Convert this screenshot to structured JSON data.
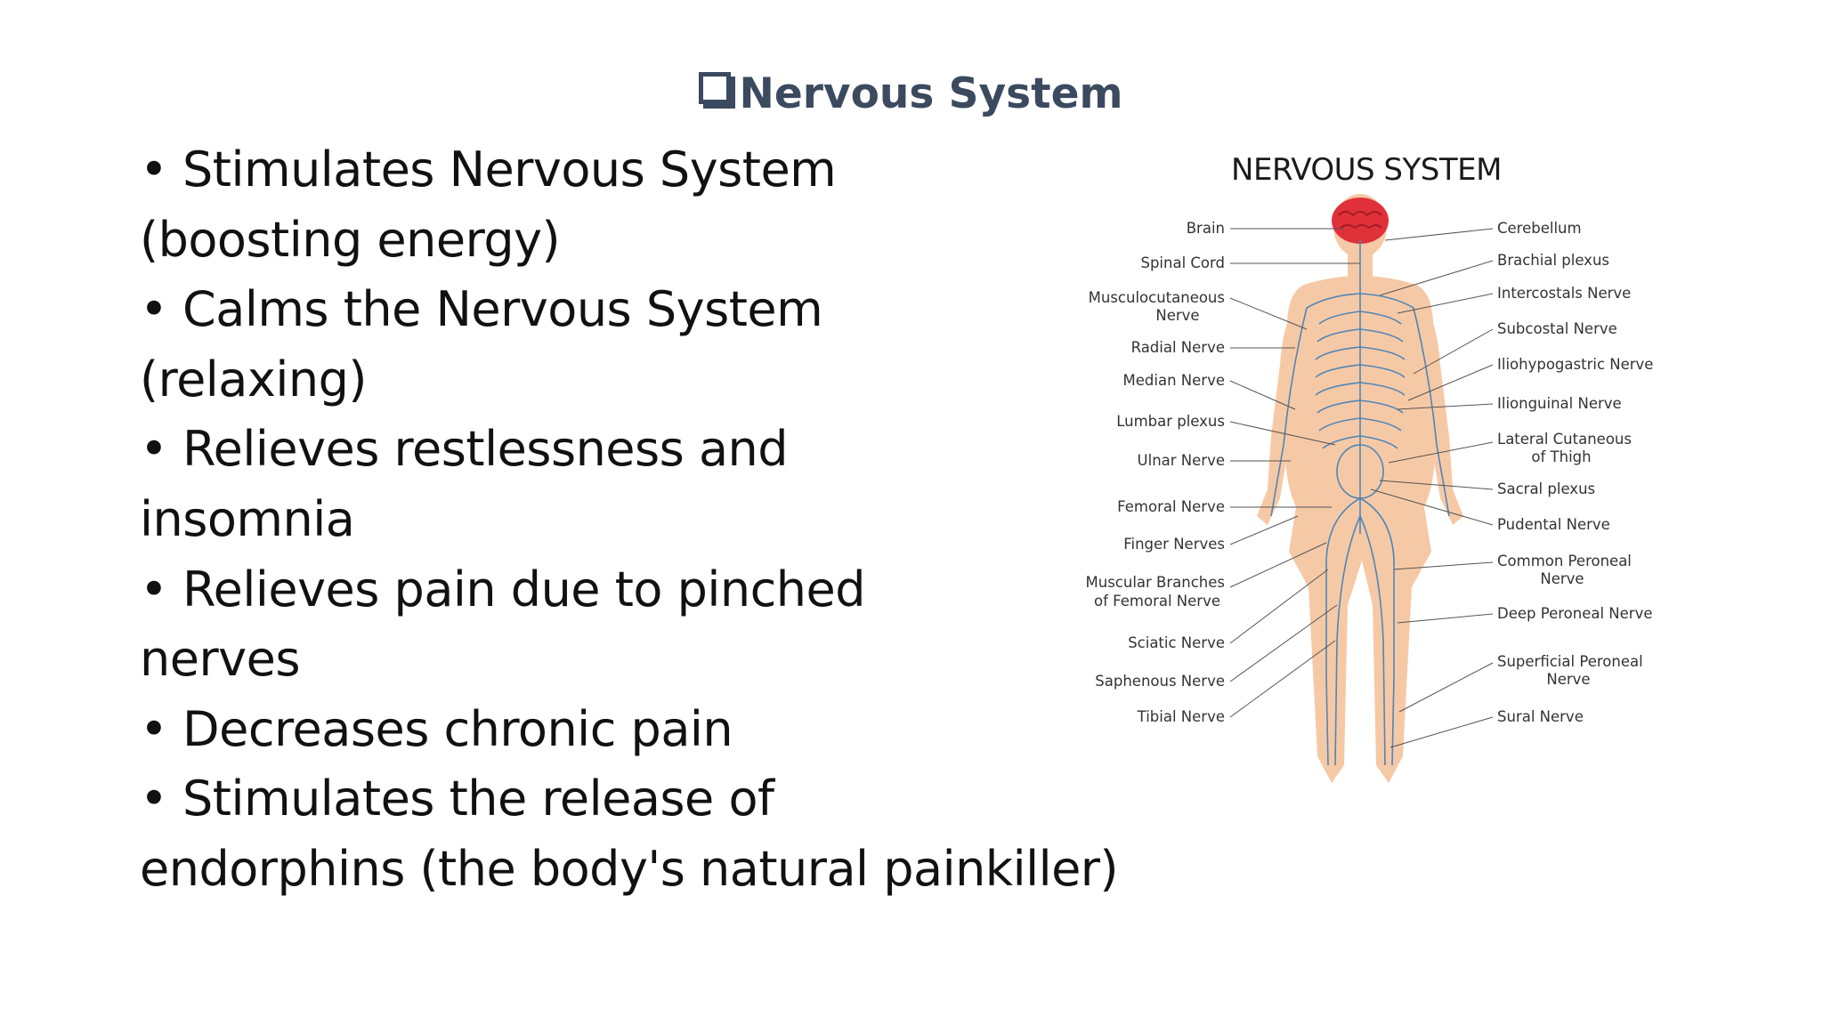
{
  "slide": {
    "title": "Nervous System",
    "title_icon": "checkbox-icon",
    "bullets": [
      "• Stimulates Nervous System",
      "(boosting energy)",
      "• Calms the Nervous System",
      "(relaxing)",
      "• Relieves restlessness and",
      "insomnia",
      "• Relieves pain due to pinched",
      "nerves",
      "• Decreases chronic pain",
      "• Stimulates the release of",
      "endorphins (the body's natural painkiller)"
    ]
  },
  "diagram": {
    "title": "NERVOUS SYSTEM",
    "left_labels": [
      "Brain",
      "Spinal Cord",
      "Musculocutaneous",
      "Nerve",
      "Radial Nerve",
      "Median Nerve",
      "Lumbar plexus",
      "Ulnar Nerve",
      "Femoral Nerve",
      "Finger Nerves",
      "Muscular Branches",
      "of Femoral Nerve",
      "Sciatic Nerve",
      "Saphenous Nerve",
      "Tibial Nerve"
    ],
    "right_labels": [
      "Cerebellum",
      "Brachial plexus",
      "Intercostals Nerve",
      "Subcostal Nerve",
      "Iliohypogastric Nerve",
      "Ilionguinal Nerve",
      "Lateral Cutaneous",
      "of Thigh",
      "Sacral plexus",
      "Pudental Nerve",
      "Common Peroneal",
      "Nerve",
      "Deep Peroneal Nerve",
      "Superficial Peroneal",
      "Nerve",
      "Sural Nerve"
    ],
    "colors": {
      "skin": "#f6c9a6",
      "brain": "#e0303a",
      "nerves": "#4f86b8",
      "lines": "#555555"
    }
  }
}
